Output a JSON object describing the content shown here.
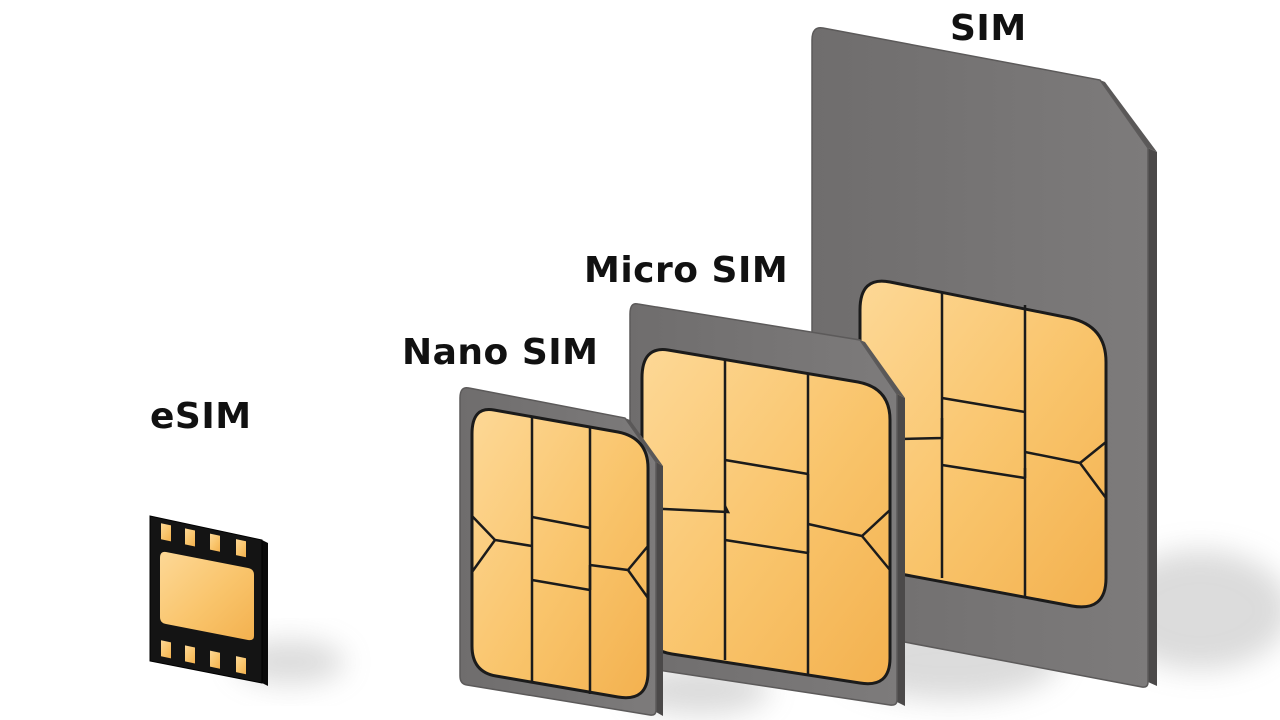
{
  "labels": {
    "esim": "eSIM",
    "nano": "Nano SIM",
    "micro": "Micro SIM",
    "sim": "SIM"
  },
  "colors": {
    "card": "#757373",
    "card_edge": "#4e4c4c",
    "chip_gold": "#f9bf5f",
    "chip_gold_light": "#fcd38c",
    "chip_lines": "#1b1b1b",
    "background": "#ffffff"
  }
}
